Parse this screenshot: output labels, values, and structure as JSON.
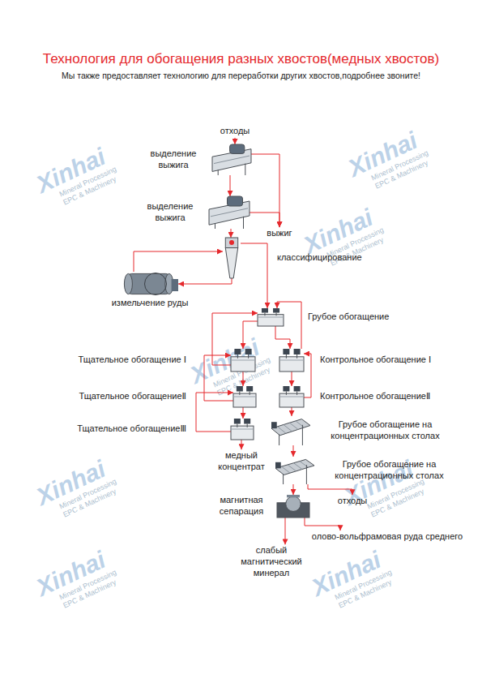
{
  "diagram": {
    "title": "Технология для обогащения разных хвостов(медных хвостов)",
    "caption": "Мы также предоставляет технологию для переработки других хвостов,подробнее звоните!",
    "nodes": [
      {
        "text": [
          "отходы"
        ]
      },
      {
        "text": [
          "выделение выжига"
        ]
      },
      {
        "text": [
          "выделение выжига"
        ]
      },
      {
        "text": [
          "выжиг"
        ]
      },
      {
        "text": [
          "классифицирование"
        ]
      },
      {
        "text": [
          "измельчение руды"
        ]
      },
      {
        "text": [
          "Грубое обогащение"
        ]
      },
      {
        "text": [
          "Тщательное обогащение Ⅰ"
        ]
      },
      {
        "text": [
          "Контрольное обогащение Ⅰ"
        ]
      },
      {
        "text": [
          "Тщательное обогащениеⅡ"
        ]
      },
      {
        "text": [
          "Контрольное обогащениеⅡ"
        ]
      },
      {
        "text": [
          "Тщательное обогащениеⅢ"
        ]
      },
      {
        "text": [
          "Грубое обогащение на концентрационных столах"
        ]
      },
      {
        "text": [
          "медный концентрат"
        ]
      },
      {
        "text": [
          "Грубое обогащение на концентрационных столах"
        ]
      },
      {
        "text": [
          "отходы"
        ]
      },
      {
        "text": [
          "магнитная сепарация"
        ]
      },
      {
        "text": [
          "олово-вольфрамовая руда среднего"
        ]
      },
      {
        "text": [
          "слабый магнитический минерал"
        ]
      }
    ],
    "edges": [
      {
        "from": 0,
        "to": 1,
        "arrow": "to"
      },
      {
        "from": 1,
        "to": 2,
        "arrow": "to"
      },
      {
        "from": 1,
        "to": 3,
        "arrow": "to"
      },
      {
        "from": 2,
        "to": 3,
        "arrow": "to"
      },
      {
        "from": 2,
        "to": 4,
        "arrow": "to"
      },
      {
        "from": 4,
        "to": 5,
        "arrow": "to"
      },
      {
        "from": 5,
        "to": 4,
        "arrow": "to"
      },
      {
        "from": 4,
        "to": 6,
        "arrow": "to"
      },
      {
        "from": 6,
        "to": 7,
        "arrow": "to"
      },
      {
        "from": 6,
        "to": 8,
        "arrow": "to"
      },
      {
        "from": 7,
        "to": 9,
        "arrow": "to"
      },
      {
        "from": 7,
        "to": 6,
        "arrow": "to"
      },
      {
        "from": 9,
        "to": 11,
        "arrow": "to"
      },
      {
        "from": 9,
        "to": 7,
        "arrow": "to"
      },
      {
        "from": 11,
        "to": 9,
        "arrow": "to"
      },
      {
        "from": 11,
        "to": 13,
        "arrow": "to"
      },
      {
        "from": 8,
        "to": 6,
        "arrow": "to"
      },
      {
        "from": 8,
        "to": 10,
        "arrow": "to"
      },
      {
        "from": 10,
        "to": 8,
        "arrow": "to"
      },
      {
        "from": 10,
        "to": 12,
        "arrow": "to"
      },
      {
        "from": 12,
        "to": 14,
        "arrow": "to"
      },
      {
        "from": 14,
        "to": 15,
        "arrow": "to"
      },
      {
        "from": 14,
        "to": 16,
        "arrow": "to"
      },
      {
        "from": 16,
        "to": 17,
        "arrow": "to"
      },
      {
        "from": 16,
        "to": 18,
        "arrow": "to"
      }
    ],
    "labels": [
      "Xinhai",
      "Mineral Processing",
      "EPC & Machinery",
      "Xinhai",
      "Mineral Processing",
      "EPC & Machinery",
      "Xinhai",
      "Mineral Processing",
      "EPC & Machinery",
      "Xinhai",
      "Mineral Processing",
      "EPC & Machinery",
      "Xinhai",
      "Mineral Processing",
      "EPC & Machinery",
      "Xinhai",
      "Mineral Processing",
      "EPC & Machinery",
      "Xinhai",
      "Mineral Processing",
      "EPC & Machinery",
      "Xinhai",
      "Mineral Processing",
      "EPC & Machinery"
    ]
  }
}
